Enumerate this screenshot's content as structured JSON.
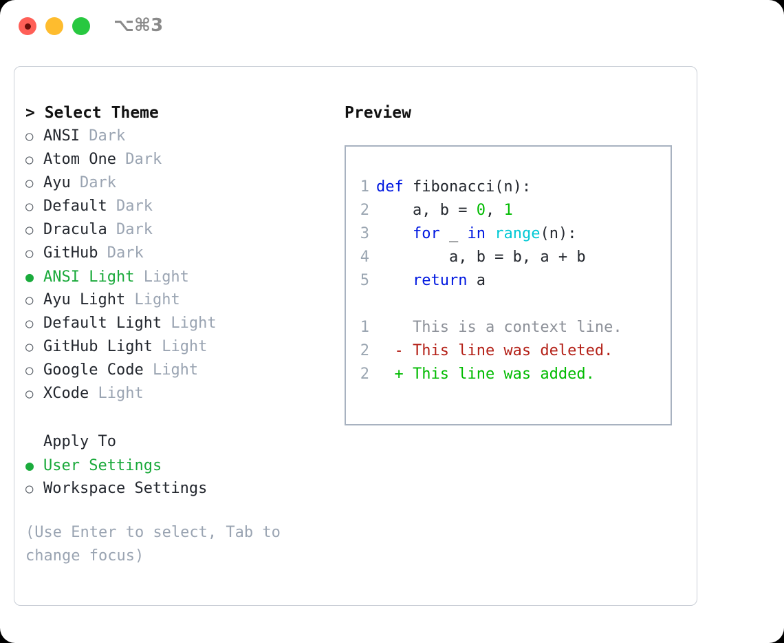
{
  "titlebar": {
    "shortcut": "⌥⌘3",
    "lights": [
      {
        "name": "close",
        "color": "#ff5f57"
      },
      {
        "name": "minimize",
        "color": "#febc2e"
      },
      {
        "name": "maximize",
        "color": "#28c840"
      }
    ]
  },
  "left": {
    "heading": "> Select Theme",
    "themes": [
      {
        "bullet": "○",
        "name": "ANSI",
        "suffix": "Dark",
        "selected": false
      },
      {
        "bullet": "○",
        "name": "Atom One",
        "suffix": "Dark",
        "selected": false
      },
      {
        "bullet": "○",
        "name": "Ayu",
        "suffix": "Dark",
        "selected": false
      },
      {
        "bullet": "○",
        "name": "Default",
        "suffix": "Dark",
        "selected": false
      },
      {
        "bullet": "○",
        "name": "Dracula",
        "suffix": "Dark",
        "selected": false
      },
      {
        "bullet": "○",
        "name": "GitHub",
        "suffix": "Dark",
        "selected": false
      },
      {
        "bullet": "●",
        "name": "ANSI Light",
        "suffix": "Light",
        "selected": true
      },
      {
        "bullet": "○",
        "name": "Ayu Light",
        "suffix": "Light",
        "selected": false
      },
      {
        "bullet": "○",
        "name": "Default Light",
        "suffix": "Light",
        "selected": false
      },
      {
        "bullet": "○",
        "name": "GitHub Light",
        "suffix": "Light",
        "selected": false
      },
      {
        "bullet": "○",
        "name": "Google Code",
        "suffix": "Light",
        "selected": false
      },
      {
        "bullet": "○",
        "name": "XCode",
        "suffix": "Light",
        "selected": false
      }
    ],
    "apply_to_title": "Apply To",
    "apply_to": [
      {
        "bullet": "●",
        "name": "User Settings",
        "selected": true
      },
      {
        "bullet": "○",
        "name": "Workspace Settings",
        "selected": false
      }
    ],
    "hint": "(Use Enter to select, Tab to change focus)"
  },
  "right": {
    "heading": "Preview",
    "code_lines": [
      {
        "num": "1",
        "spans": [
          {
            "t": "def ",
            "c": "kw"
          },
          {
            "t": "fibonacci(n):",
            "c": "plain"
          }
        ]
      },
      {
        "num": "2",
        "spans": [
          {
            "t": "    a, b = ",
            "c": "plain"
          },
          {
            "t": "0",
            "c": "num"
          },
          {
            "t": ", ",
            "c": "plain"
          },
          {
            "t": "1",
            "c": "num"
          }
        ]
      },
      {
        "num": "3",
        "spans": [
          {
            "t": "    ",
            "c": "plain"
          },
          {
            "t": "for",
            "c": "kw"
          },
          {
            "t": " _ ",
            "c": "plain"
          },
          {
            "t": "in",
            "c": "kw"
          },
          {
            "t": " ",
            "c": "plain"
          },
          {
            "t": "range",
            "c": "fn"
          },
          {
            "t": "(n):",
            "c": "plain"
          }
        ]
      },
      {
        "num": "4",
        "spans": [
          {
            "t": "        a, b = b, a + b",
            "c": "plain"
          }
        ]
      },
      {
        "num": "5",
        "spans": [
          {
            "t": "    ",
            "c": "plain"
          },
          {
            "t": "return",
            "c": "kw"
          },
          {
            "t": " a",
            "c": "plain"
          }
        ]
      }
    ],
    "diff_lines": [
      {
        "num": "1",
        "marker": "  ",
        "text": "This is a context line.",
        "kind": "ctx"
      },
      {
        "num": "2",
        "marker": "- ",
        "text": "This line was deleted.",
        "kind": "del"
      },
      {
        "num": "2",
        "marker": "+ ",
        "text": "This line was added.",
        "kind": "add"
      }
    ]
  },
  "colors": {
    "accent_green": "#19a93a",
    "muted": "#9aa4b2",
    "keyword": "#0018e0",
    "function": "#00c8d4",
    "number": "#00bb00",
    "deleted": "#b42118",
    "added": "#00bb00",
    "frame_border": "#c9ced6",
    "preview_border": "#a8b2c0"
  }
}
